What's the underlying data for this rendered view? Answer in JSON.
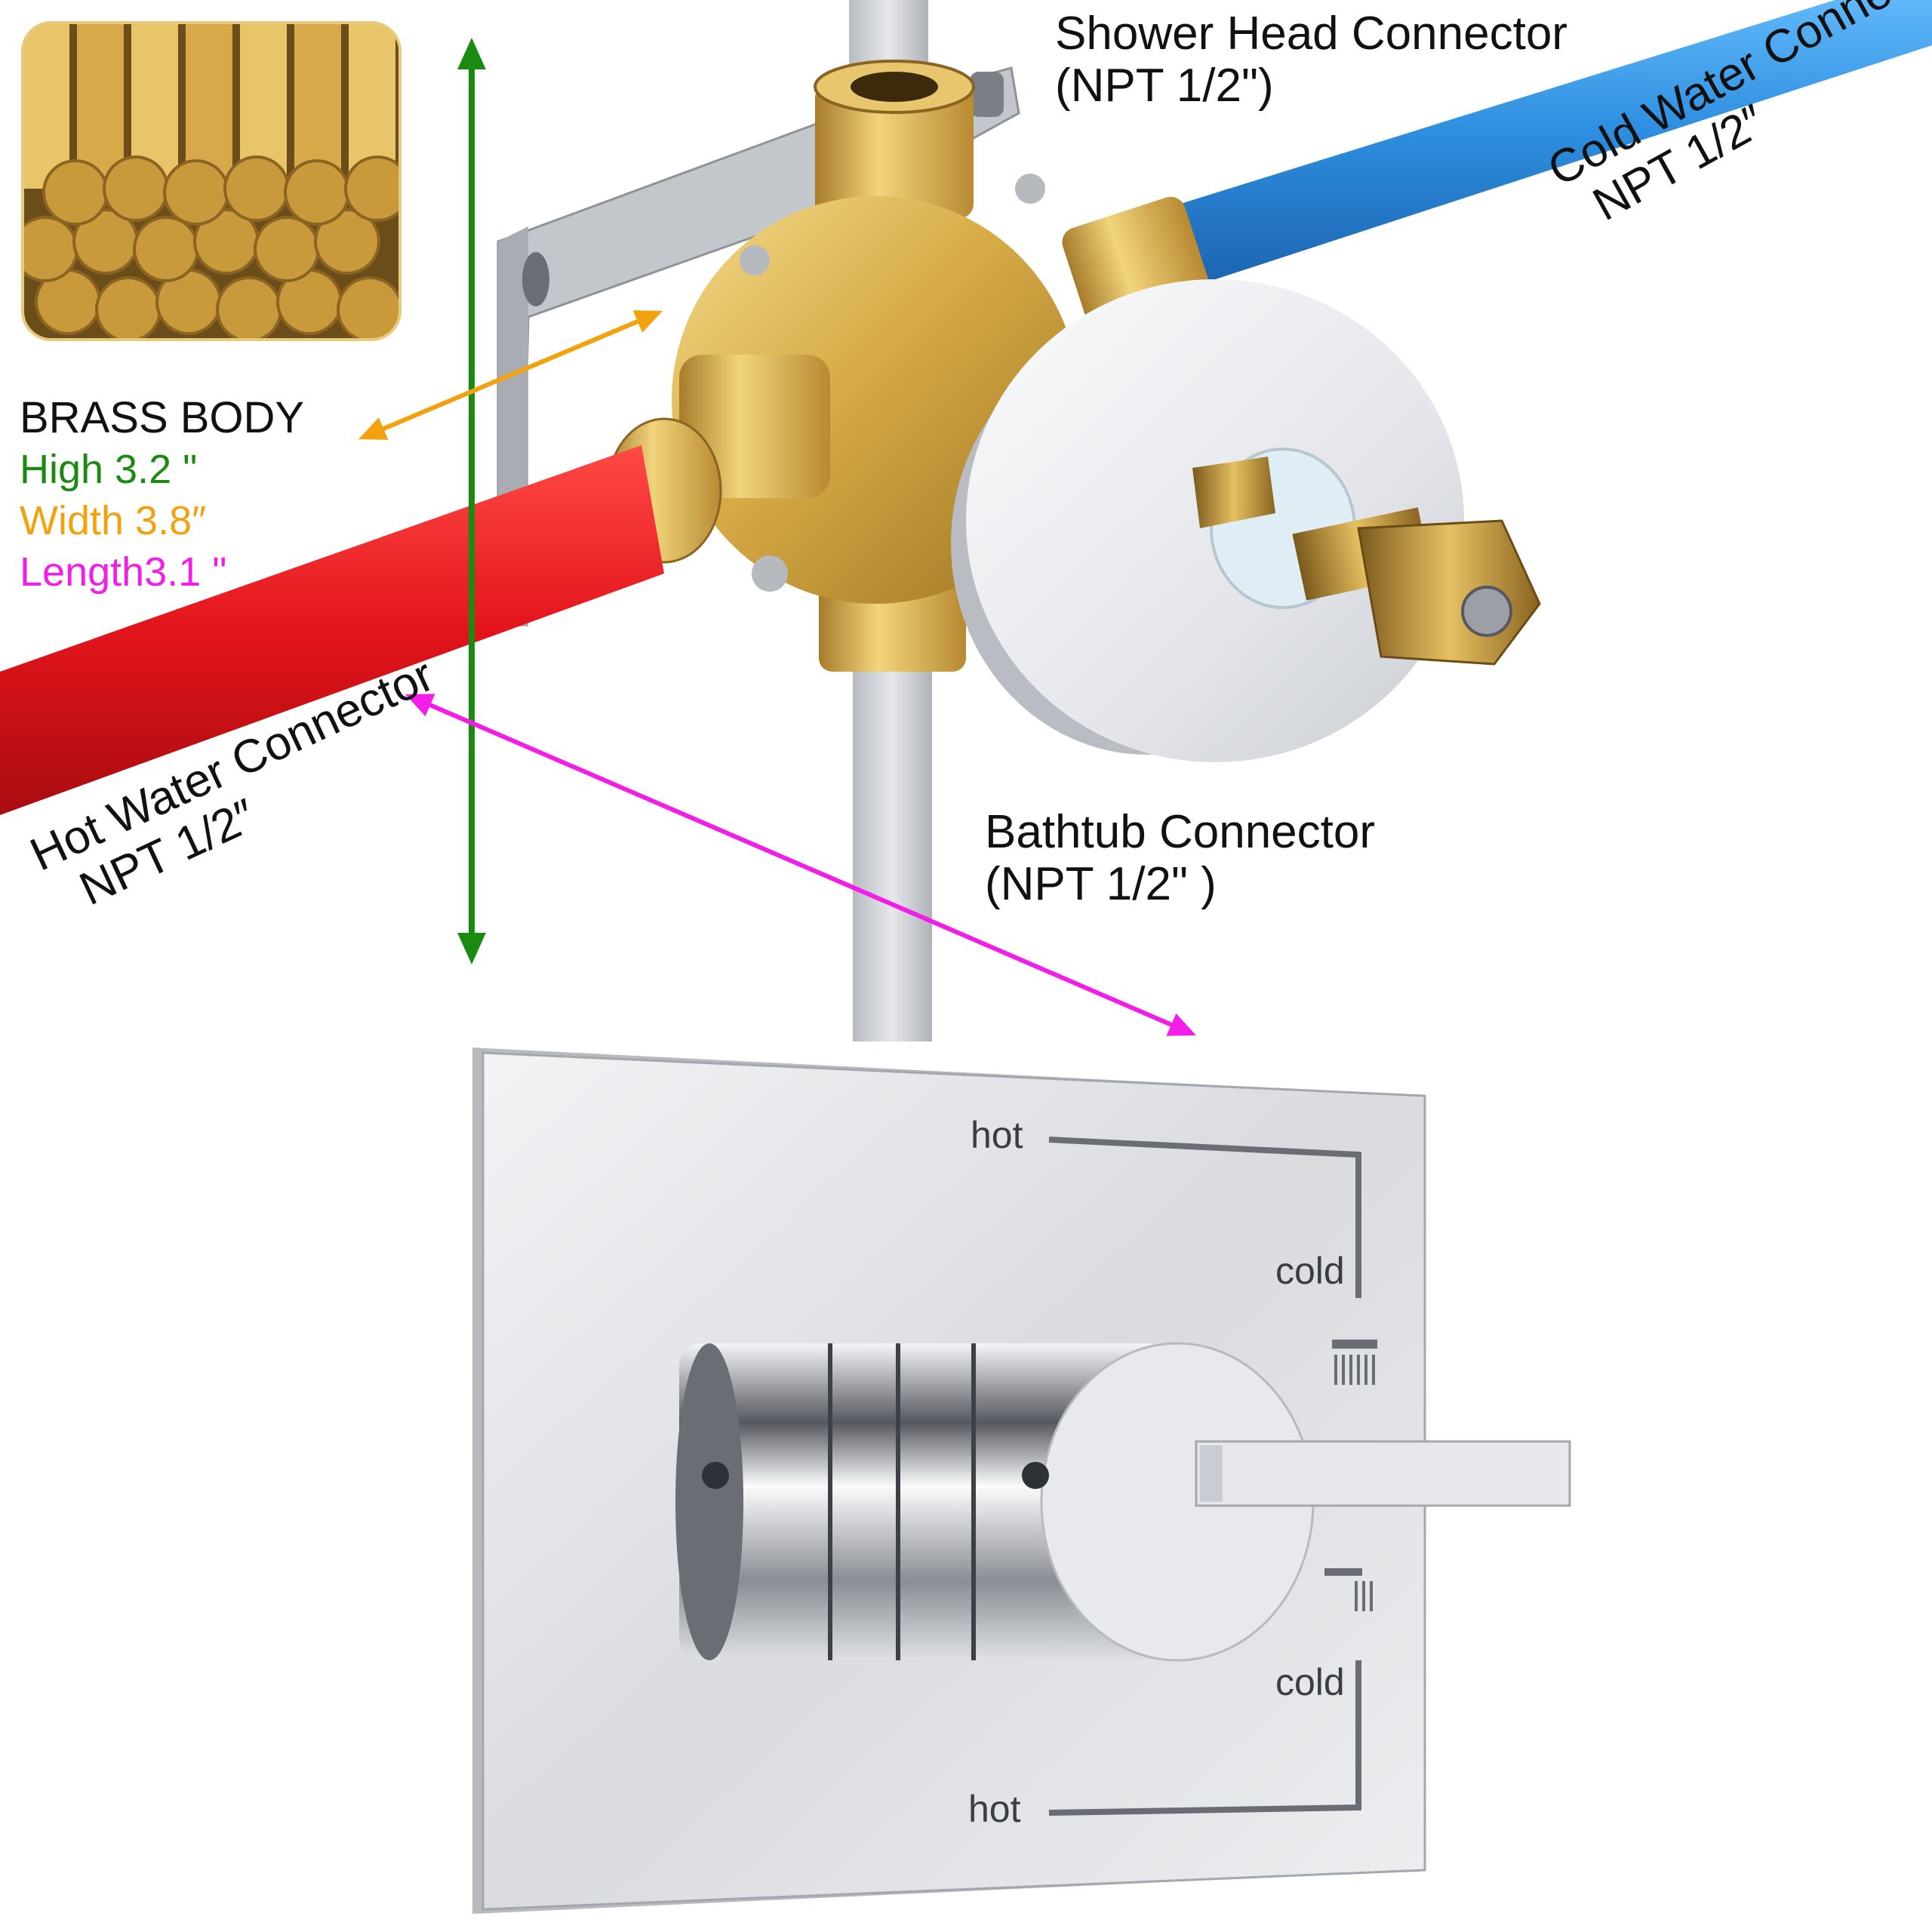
{
  "labels": {
    "shower_head": {
      "line1": "Shower Head Connector",
      "line2": "(NPT 1/2\")"
    },
    "cold_water": {
      "line1": "Cold Water Connector",
      "line2": "NPT 1/2″"
    },
    "hot_water": {
      "line1": "Hot Water  Connector",
      "line2": "NPT 1/2″"
    },
    "bathtub": {
      "line1": "Bathtub Connector",
      "line2": "(NPT 1/2\" )"
    }
  },
  "dimensions": {
    "title": "BRASS BODY",
    "height": "High 3.2 \"",
    "width": "Width 3.8″",
    "length": "Length3.1 \""
  },
  "plate": {
    "top_hot": "hot",
    "top_cold": "cold",
    "bottom_cold": "cold",
    "bottom_hot": "hot"
  },
  "colors": {
    "height_arrow": "#1a8a10",
    "width_arrow": "#f2a20f",
    "length_arrow": "#f21ee8",
    "hot_pipe": "#e3141b",
    "cold_pipe": "#2e8fe0",
    "brass": "#d9b24a"
  }
}
